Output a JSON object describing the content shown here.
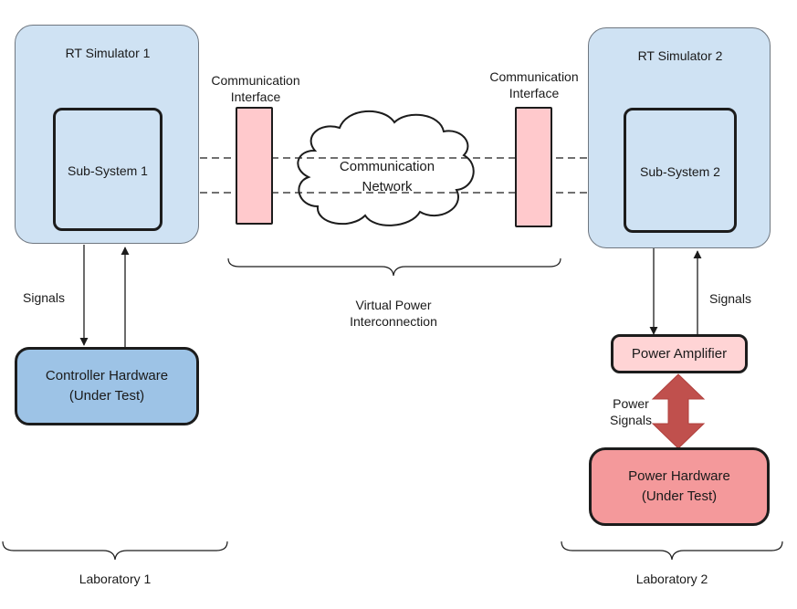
{
  "simulator1": {
    "title": "RT Simulator 1",
    "subsystem": "Sub-System 1"
  },
  "simulator2": {
    "title": "RT Simulator 2",
    "subsystem": "Sub-System 2"
  },
  "interface_left": {
    "label": "Communication\nInterface"
  },
  "interface_right": {
    "label": "Communication\nInterface"
  },
  "network": {
    "label": "Communication\nNetwork"
  },
  "virtual": {
    "label": "Virtual Power\nInterconnection"
  },
  "signals_left": "Signals",
  "signals_right": "Signals",
  "controller": {
    "label": "Controller Hardware\n(Under Test)"
  },
  "amplifier": {
    "label": "Power Amplifier"
  },
  "power_signals": "Power\nSignals",
  "power_hw": {
    "label": "Power Hardware\n(Under Test)"
  },
  "lab1": "Laboratory 1",
  "lab2": "Laboratory 2",
  "colors": {
    "simulator_fill": "#cfe2f3",
    "interface_fill": "#ffc9cc",
    "controller_fill": "#9dc3e6",
    "amplifier_fill": "#ffd4d5",
    "power_hw_fill": "#f4999b",
    "power_arrow": "#c0504d"
  }
}
